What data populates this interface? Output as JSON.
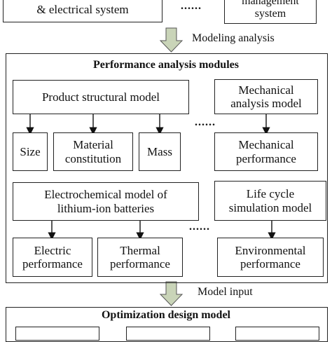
{
  "top": {
    "left_box": "& electrical system",
    "dots": "......",
    "right_box_line1": "management",
    "right_box_line2": "system"
  },
  "arrow1_label": "Modeling analysis",
  "performance": {
    "title": "Performance analysis modules",
    "product_model": "Product structural model",
    "mechanical_model_line1": "Mechanical",
    "mechanical_model_line2": "analysis model",
    "dots_upper": "......",
    "size": "Size",
    "material_line1": "Material",
    "material_line2": "constitution",
    "mass": "Mass",
    "mech_perf_line1": "Mechanical",
    "mech_perf_line2": "performance",
    "electrochem_line1": "Electrochemical model of",
    "electrochem_line2": "lithium-ion batteries",
    "life_cycle_line1": "Life cycle",
    "life_cycle_line2": "simulation model",
    "dots_lower": "......",
    "electric_line1": "Electric",
    "electric_line2": "performance",
    "thermal_line1": "Thermal",
    "thermal_line2": "performance",
    "env_line1": "Environmental",
    "env_line2": "performance"
  },
  "arrow2_label": "Model input",
  "optimization": {
    "title": "Optimization design model"
  }
}
